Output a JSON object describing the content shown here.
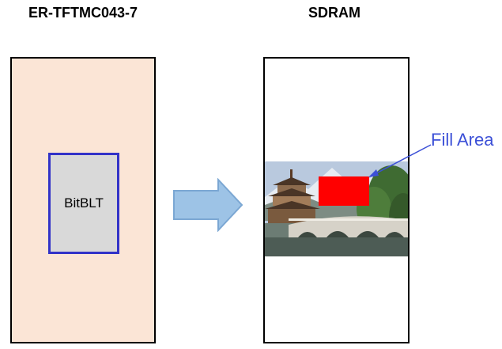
{
  "left_panel": {
    "title": "ER-TFTMC043-7",
    "box_label": "BitBLT"
  },
  "right_panel": {
    "title": "SDRAM",
    "fill_label": "Fill Area"
  },
  "colors": {
    "left_panel_fill": "#fbe5d6",
    "bitblt_fill": "#d9d9d9",
    "bitblt_border": "#3232c8",
    "arrow_fill": "#9dc3e6",
    "fill_area": "#ff0000",
    "annotation": "#3c50d7"
  }
}
